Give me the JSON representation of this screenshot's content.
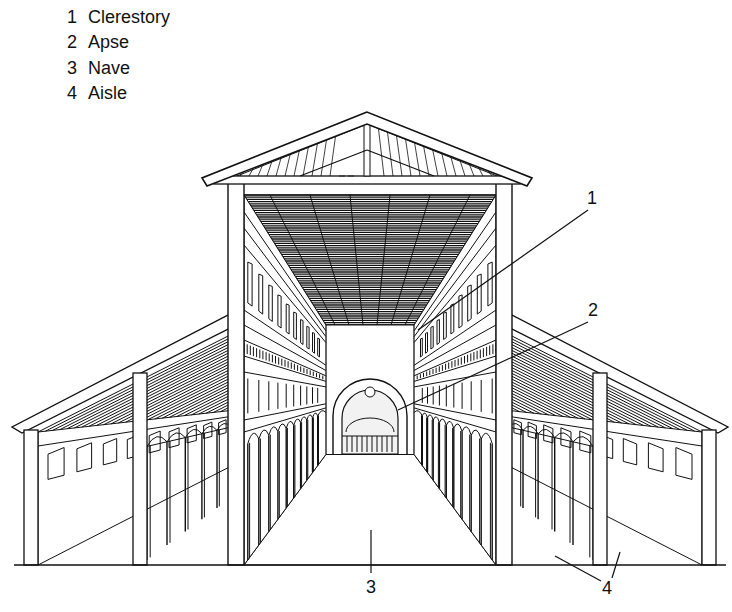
{
  "diagram": {
    "labels": [
      "1",
      "Clerestory",
      "2",
      "Apse",
      "3",
      "Nave",
      "4",
      "Aisle",
      "1",
      "2",
      "3",
      "4"
    ]
  }
}
